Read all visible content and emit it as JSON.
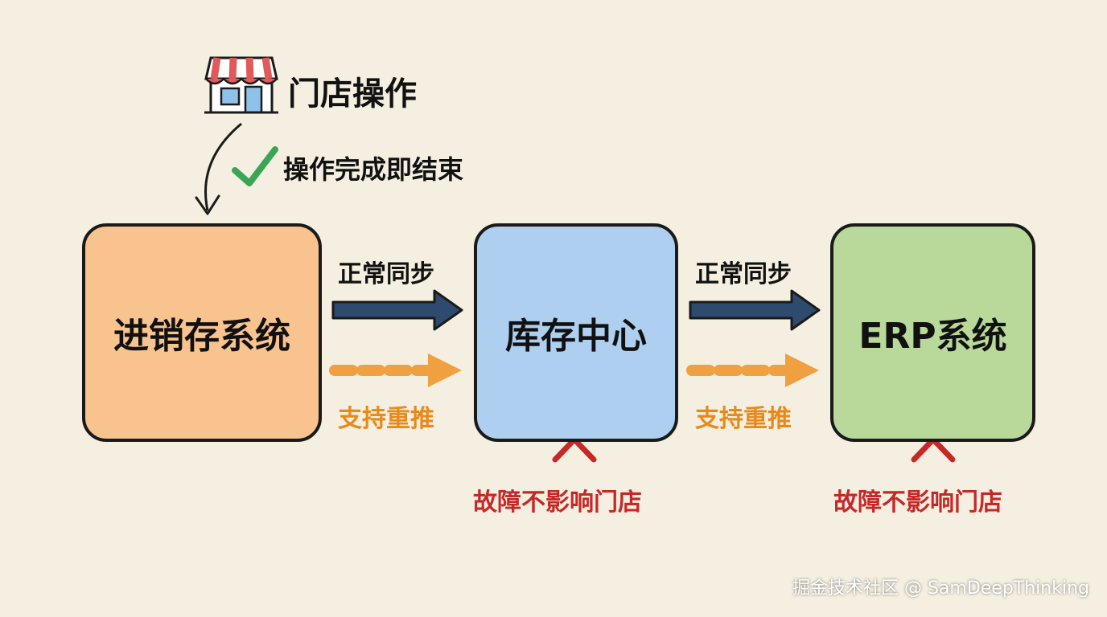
{
  "store": {
    "title": "门店操作",
    "icon": "storefront-icon"
  },
  "done": {
    "text": "操作完成即结束",
    "icon": "checkmark-icon"
  },
  "boxes": {
    "jxc": "进销存系统",
    "kc": "库存中心",
    "erp": "ERP系统"
  },
  "links": [
    {
      "sync": "正常同步",
      "retry": "支持重推"
    },
    {
      "sync": "正常同步",
      "retry": "支持重推"
    }
  ],
  "faults": [
    {
      "text": "故障不影响门店",
      "icon": "red-x-icon"
    },
    {
      "text": "故障不影响门店",
      "icon": "red-x-icon"
    }
  ],
  "watermark": "掘金技术社区 @ SamDeepThinking",
  "colors": {
    "background": "#f4efe0",
    "jxc_fill": "#f8c38e",
    "kc_fill": "#aecff0",
    "erp_fill": "#b8d99a",
    "sync_arrow": "#2e4a6e",
    "retry_arrow": "#f0a040",
    "retry_text": "#e88a1a",
    "fault_text": "#c62828",
    "check": "#3aa655"
  }
}
